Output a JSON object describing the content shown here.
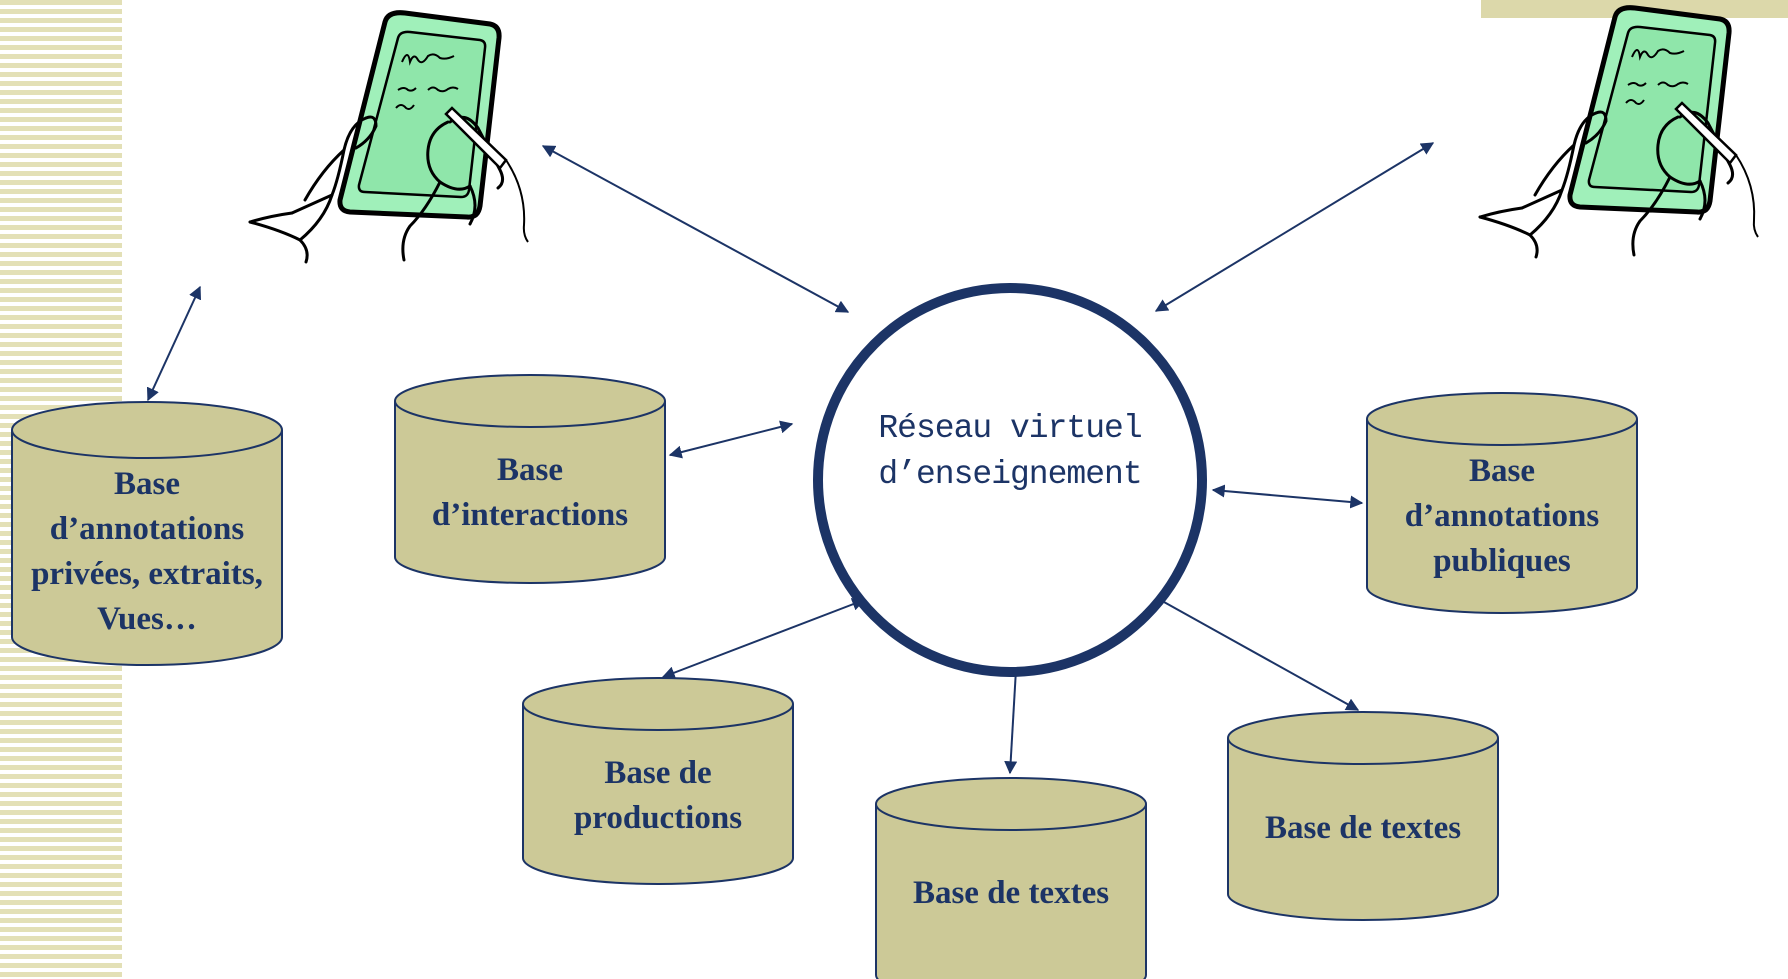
{
  "network": {
    "line1": "Réseau virtuel",
    "line2": "d’enseignement"
  },
  "databases": {
    "private": {
      "line1": "Base",
      "line2": "d’annotations",
      "line3": "privées, extraits,",
      "line4": "Vues…"
    },
    "interactions": {
      "line1": "Base",
      "line2": "d’interactions"
    },
    "public": {
      "line1": "Base",
      "line2": "d’annotations",
      "line3": "publiques"
    },
    "productions": {
      "line1": "Base de",
      "line2": "productions"
    },
    "texts_center": {
      "line1": "Base de textes"
    },
    "texts_right": {
      "line1": "Base de textes"
    }
  },
  "colors": {
    "navy": "#1c3466",
    "cylinder_fill": "#ccc997",
    "tablet_screen": "#9ff0b8",
    "stripe": "#e3e0b6"
  },
  "icons": {
    "user_left": "tablet-with-pen-icon",
    "user_right": "tablet-with-pen-icon"
  }
}
